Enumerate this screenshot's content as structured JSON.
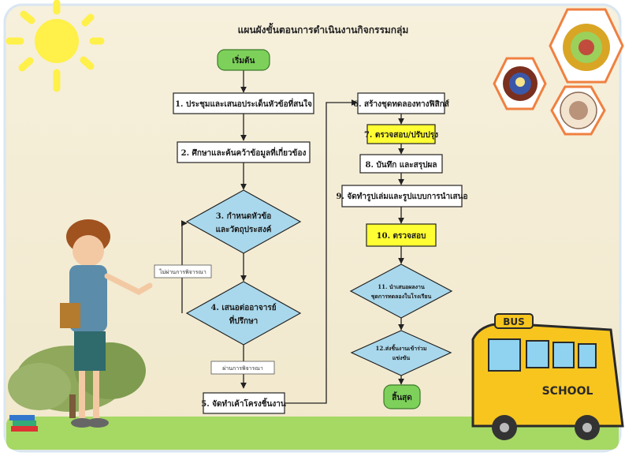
{
  "title": "แผนผังขั้นตอนการดำเนินงานกิจกรรมกลุ่ม",
  "nodes": {
    "start": "เริ่มต้น",
    "n1": "1. ประชุมและเสนอประเด็นหัวข้อที่สนใจ",
    "n2": "2. ศึกษาและค้นคว้าข้อมูลที่เกี่ยวข้อง",
    "n3_line1": "3. กำหนดหัวข้อ",
    "n3_line2": "และวัตถุประสงค์",
    "n4_line1": "4. เสนอต่ออาจารย์",
    "n4_line2": "ที่ปรึกษา",
    "n5": "5. จัดทำเค้าโครงชิ้นงาน",
    "n6": "6. สร้างชุดทดลองทางฟิสิกส์",
    "n7": "7. ตรวจสอบ/ปรับปรุง",
    "n8": "8. บันทึก และสรุปผล",
    "n9": "9. จัดทำรูปเล่มและรูปแบบการนำเสนอ",
    "n10": "10. ตรวจสอบ",
    "n11_line1": "11. นำเสนอผลงาน",
    "n11_line2": "ชุดการทดลองในโรงเรียน",
    "n12_line1": "12.ส่งชิ้นงานเข้าร่วม",
    "n12_line2": "แข่งขัน",
    "end": "สิ้นสุด"
  },
  "edge_labels": {
    "fail": "ไม่ผ่านการพิจารณา",
    "pass": "ผ่านการพิจารณา"
  },
  "decor": {
    "bus_top": "BUS",
    "bus_side": "SCHOOL"
  },
  "colors": {
    "terminal_fill": "#7dd15a",
    "highlight_fill": "#ffff33",
    "decision_fill": "#a9d8ec",
    "process_fill": "#ffffff",
    "bus_yellow": "#f7c51e",
    "sun": "#fff04a"
  }
}
